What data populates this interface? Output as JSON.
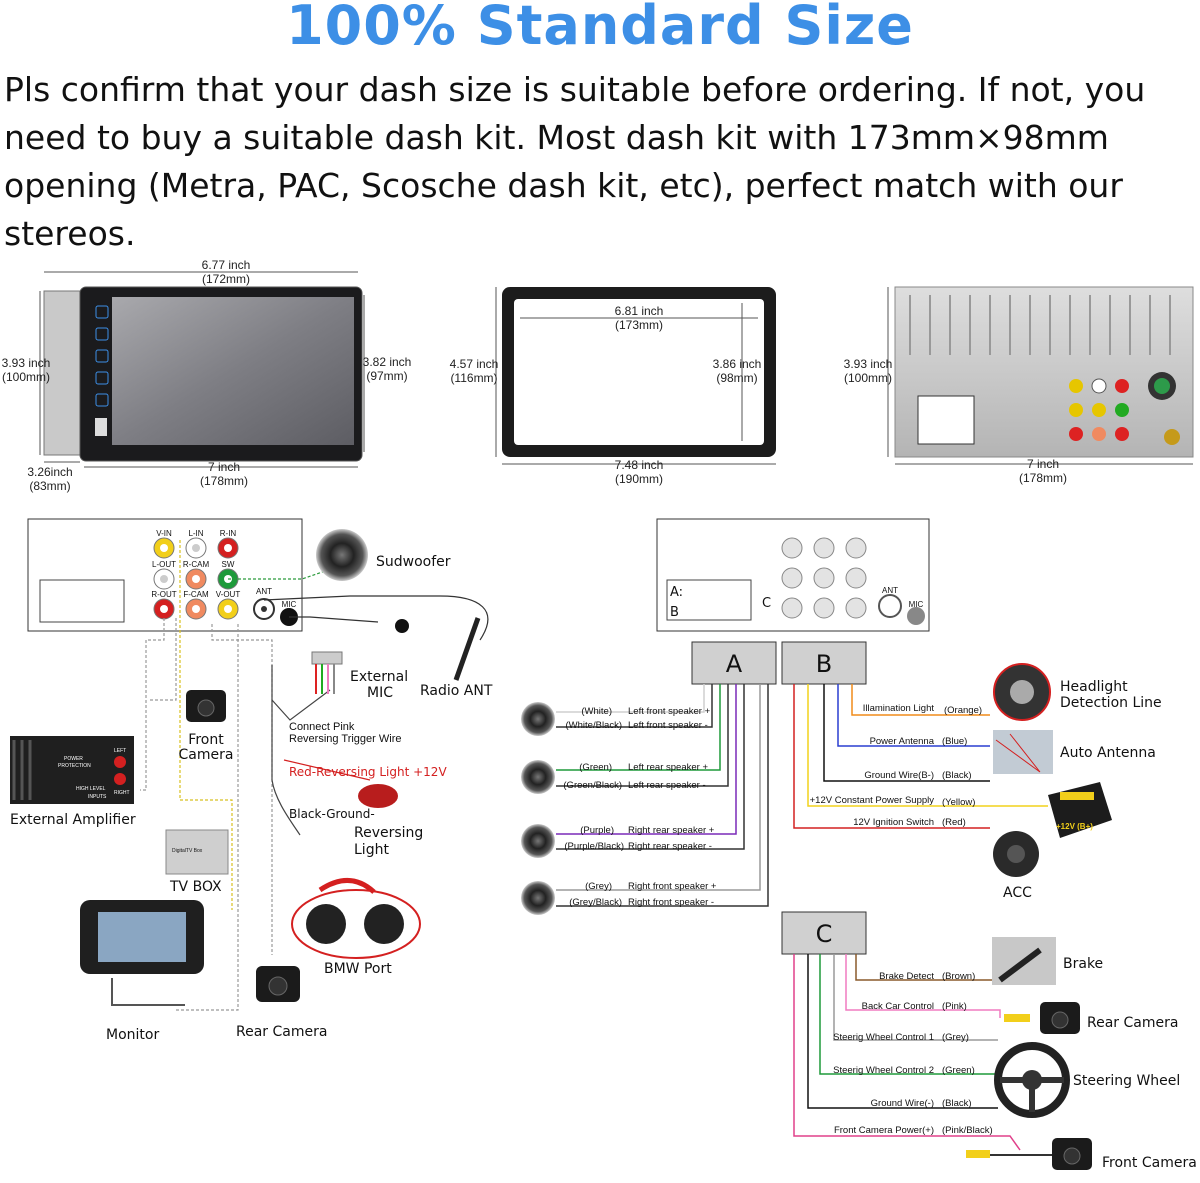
{
  "title": "100% Standard Size",
  "notice": "Pls confirm that your dash size is suitable before ordering. If not, you need to buy a suitable dash kit. Most dash kit with 173mm×98mm opening (Metra, PAC, Scosche dash kit, etc), perfect match with our stereos.",
  "front_view": {
    "width_top": [
      "6.77 inch",
      "(172mm)"
    ],
    "height_left": [
      "3.93 inch",
      "(100mm)"
    ],
    "height_right": [
      "3.82 inch",
      "(97mm)"
    ],
    "depth": [
      "3.26inch",
      "(83mm)"
    ],
    "width_bottom": [
      "7 inch",
      "(178mm)"
    ]
  },
  "frame_view": {
    "inner_width": [
      "6.81 inch",
      "(173mm)"
    ],
    "outer_height": [
      "4.57 inch",
      "(116mm)"
    ],
    "inner_height": [
      "3.86 inch",
      "(98mm)"
    ],
    "outer_width": [
      "7.48 inch",
      "(190mm)"
    ]
  },
  "back_view": {
    "height": [
      "3.93 inch",
      "(100mm)"
    ],
    "width": [
      "7 inch",
      "(178mm)"
    ]
  },
  "left_diagram": {
    "ports": [
      "V-IN",
      "L-IN",
      "R-IN",
      "L-OUT",
      "R-CAM",
      "SW",
      "R-OUT",
      "F-CAM",
      "V-OUT",
      "ANT",
      "MIC"
    ],
    "labels": {
      "subwoofer": "Sudwoofer",
      "external_mic": [
        "External",
        "MIC"
      ],
      "radio_ant": "Radio ANT",
      "front_camera": [
        "Front",
        "Camera"
      ],
      "connect_pink": [
        "Connect Pink",
        "Reversing Trigger Wire"
      ],
      "red_reversing": "Red-Reversing Light +12V",
      "black_ground": "Black-Ground-",
      "reversing_light": [
        "Reversing",
        "Light"
      ],
      "external_amplifier": "External Amplifier",
      "tv_box": "TV BOX",
      "tv_box_screen": "DigitalTV Box",
      "bmw_port": "BMW Port",
      "monitor": "Monitor",
      "rear_camera": "Rear Camera"
    },
    "amp_panel": [
      "POWER",
      "PROTECTION",
      "LEFT",
      "RIGHT",
      "HIGH LEVEL",
      "INPUTS"
    ]
  },
  "right_diagram": {
    "head_labels": {
      "a": "A:",
      "b": "B",
      "c": "C",
      "ant": "ANT",
      "mic": "MIC"
    },
    "block_a": "A",
    "block_b": "B",
    "block_c": "C",
    "speaker_wires": [
      {
        "color": "(White)",
        "desc": "Left front speaker +"
      },
      {
        "color": "(White/Black)",
        "desc": "Left front speaker -"
      },
      {
        "color": "(Green)",
        "desc": "Left rear speaker +"
      },
      {
        "color": "(Green/Black)",
        "desc": "Left rear speaker -"
      },
      {
        "color": "(Purple)",
        "desc": "Right rear speaker +"
      },
      {
        "color": "(Purple/Black)",
        "desc": "Right rear speaker -"
      },
      {
        "color": "(Grey)",
        "desc": "Right front speaker +"
      },
      {
        "color": "(Grey/Black)",
        "desc": "Right front speaker -"
      }
    ],
    "b_wires": [
      {
        "desc": "Illamination Light",
        "color": "(Orange)",
        "hex": "#f08c1a"
      },
      {
        "desc": "Power Antenna",
        "color": "(Blue)",
        "hex": "#2a3fd0"
      },
      {
        "desc": "Ground Wire(B-)",
        "color": "(Black)",
        "hex": "#111111"
      },
      {
        "desc": "+12V Constant Power Supply",
        "color": "(Yellow)",
        "hex": "#f2d21b"
      },
      {
        "desc": "12V Ignition Switch",
        "color": "(Red)",
        "hex": "#d42020"
      }
    ],
    "b_devices": {
      "headlight": [
        "Headlight",
        "Detection Line"
      ],
      "auto_antenna": "Auto Antenna",
      "battery": "+12V (B+)",
      "acc": "ACC"
    },
    "c_wires": [
      {
        "desc": "Brake Detect",
        "color": "(Brown)",
        "hex": "#8a5a2b"
      },
      {
        "desc": "Back Car Control",
        "color": "(Pink)",
        "hex": "#f07cc0"
      },
      {
        "desc": "Steerig Wheel Control 1",
        "color": "(Grey)",
        "hex": "#9a9a9a"
      },
      {
        "desc": "Steerig Wheel Control 2",
        "color": "(Green)",
        "hex": "#1e9a3a"
      },
      {
        "desc": "Ground Wire(-)",
        "color": "(Black)",
        "hex": "#111111"
      },
      {
        "desc": "Front Camera Power(+)",
        "color": "(Pink/Black)",
        "hex": "#e0408a"
      }
    ],
    "c_devices": {
      "brake": "Brake",
      "rear_camera": "Rear Camera",
      "steering_wheel": "Steering Wheel",
      "front_camera": "Front Camera"
    }
  }
}
